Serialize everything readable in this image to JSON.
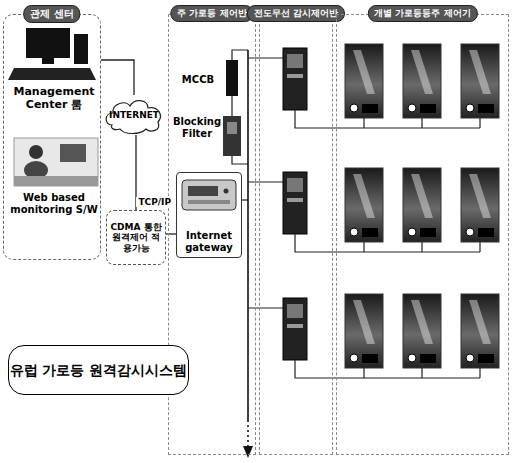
{
  "diagram": {
    "nodes": [
      {
        "text": [
          "관제 센터"
        ]
      },
      {
        "text": [
          "INTERNET"
        ]
      },
      {
        "text": [
          "CDMA 통한 원격제어 적용가능"
        ]
      },
      {
        "text": [
          "주 가로등 제어반"
        ]
      },
      {
        "text": [
          "Internet gateway"
        ],
        "in": 3
      },
      {
        "text": [
          "전도무선 감시제어반"
        ]
      },
      {
        "text": [
          "개별 가로등등주 제어기"
        ]
      },
      {
        "text": [
          "유럽 가로등 원격감시시스템"
        ]
      }
    ],
    "edges": [
      {
        "from": 0,
        "to": 1,
        "arrow": "none"
      },
      {
        "from": 1,
        "to": 2,
        "arrow": "none"
      },
      {
        "from": 2,
        "to": 4,
        "label": "TCP/IP",
        "arrow": "none"
      }
    ],
    "labels": [
      "Management Center 룸",
      "Web based monitoring S/W",
      "MCCB",
      "Blocking Filter"
    ]
  }
}
